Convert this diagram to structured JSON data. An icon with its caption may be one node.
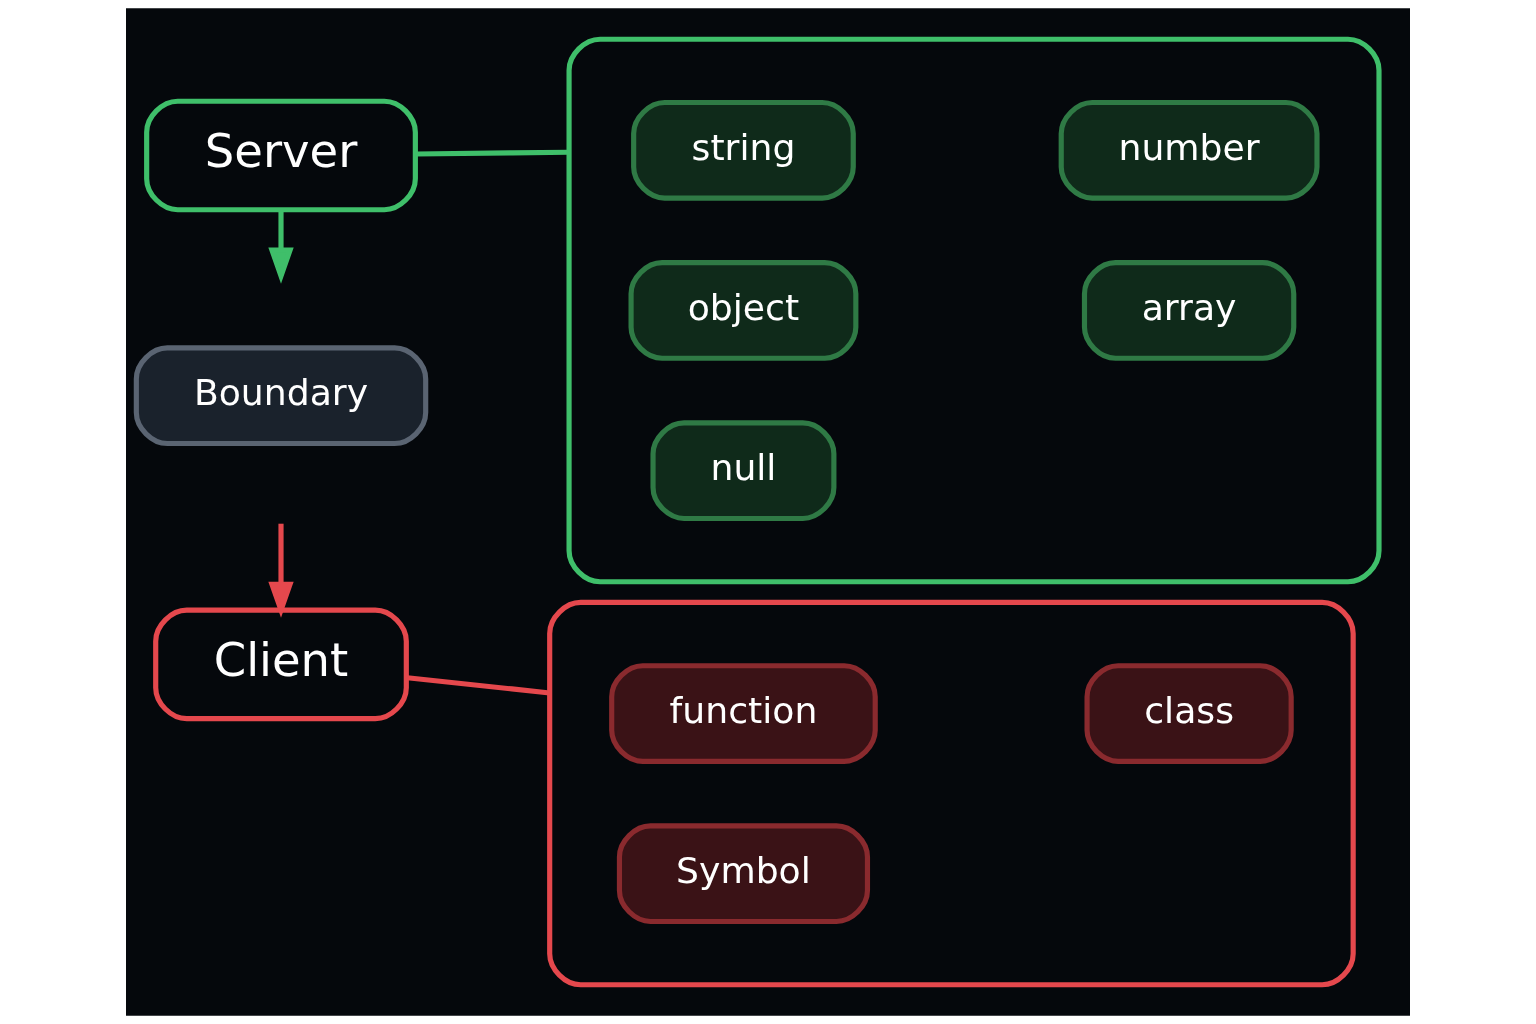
{
  "diagram": {
    "nodes": [
      {
        "text": [
          "Server"
        ]
      },
      {
        "text": [],
        "shape": "box"
      },
      {
        "text": [
          "string"
        ],
        "in": 1
      },
      {
        "text": [
          "number"
        ],
        "in": 1
      },
      {
        "text": [
          "object"
        ],
        "in": 1
      },
      {
        "text": [
          "array"
        ],
        "in": 1
      },
      {
        "text": [
          "null"
        ],
        "in": 1
      },
      {
        "text": [
          "Boundary"
        ]
      },
      {
        "text": [
          "Client"
        ]
      },
      {
        "text": [],
        "shape": "box"
      },
      {
        "text": [
          "function"
        ],
        "in": 9
      },
      {
        "text": [
          "class"
        ],
        "in": 9
      },
      {
        "text": [
          "Symbol"
        ],
        "in": 9
      }
    ],
    "edges": [
      {
        "from": 0,
        "to": 1,
        "arrow": "none",
        "color": "#3fbf6a"
      },
      {
        "from": 0,
        "to": null,
        "arrow": "to",
        "color": "#3fbf6a"
      },
      {
        "from": null,
        "to": 8,
        "arrow": "to",
        "color": "#e5484d"
      },
      {
        "from": 8,
        "to": 9,
        "arrow": "none",
        "color": "#e5484d"
      }
    ]
  }
}
